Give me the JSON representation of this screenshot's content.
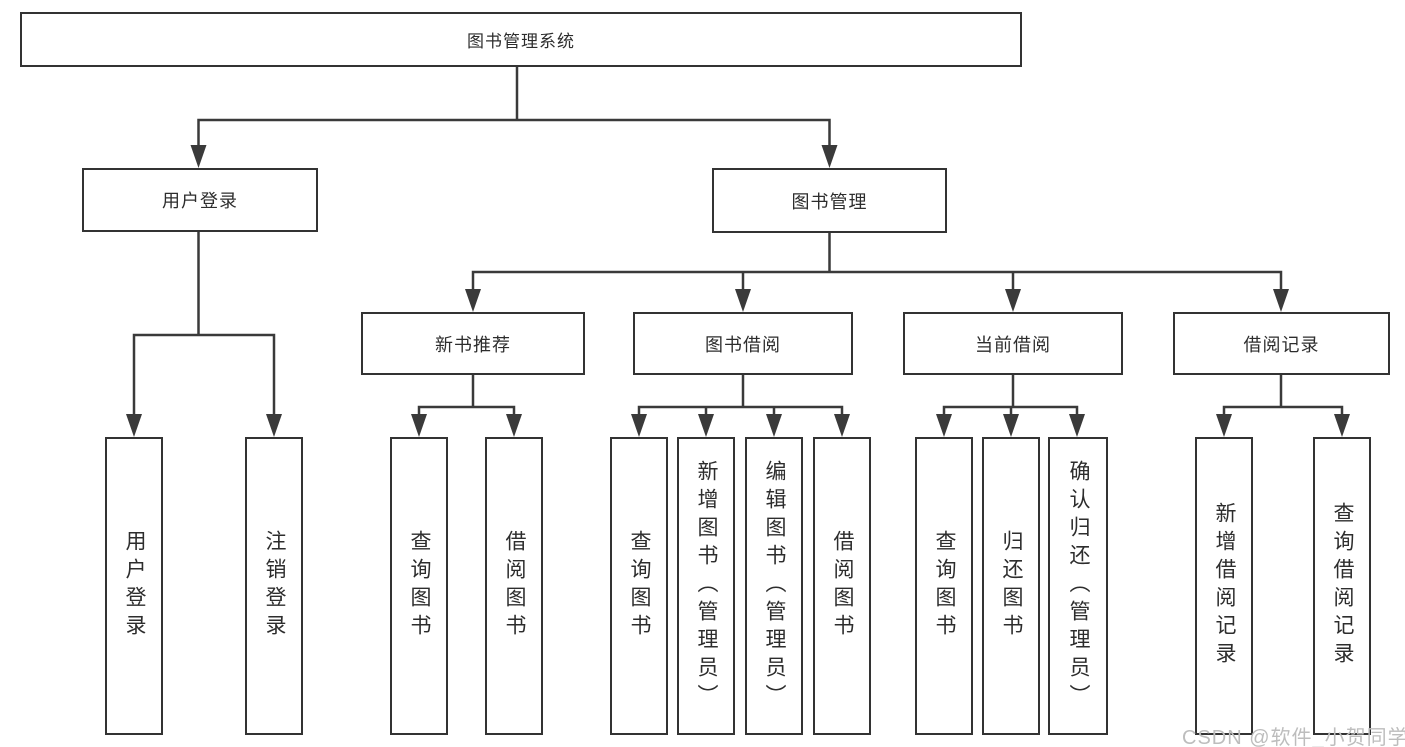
{
  "colors": {
    "background": "#ffffff",
    "line": "#3a3a3a",
    "box_border": "#333333",
    "text": "#2d2d2d",
    "watermark": "#bdbdbd"
  },
  "diagram": {
    "root": {
      "label": "图书管理系统"
    },
    "level2": {
      "user_login": {
        "label": "用户登录"
      },
      "book_mgmt": {
        "label": "图书管理"
      }
    },
    "level3": {
      "new_books": {
        "label": "新书推荐"
      },
      "book_borrow": {
        "label": "图书借阅"
      },
      "current_borrow": {
        "label": "当前借阅"
      },
      "borrow_records": {
        "label": "借阅记录"
      }
    },
    "leaves": {
      "user_login": {
        "label": "用户登录"
      },
      "logout": {
        "label": "注销登录"
      },
      "nb_query": {
        "label": "查询图书"
      },
      "nb_borrow": {
        "label": "借阅图书"
      },
      "bb_query": {
        "label": "查询图书"
      },
      "bb_add": {
        "label": "新增图书（管理员）"
      },
      "bb_edit": {
        "label": "编辑图书（管理员）"
      },
      "bb_borrow": {
        "label": "借阅图书"
      },
      "cb_query": {
        "label": "查询图书"
      },
      "cb_return": {
        "label": "归还图书"
      },
      "cb_confirm": {
        "label": "确认归还（管理员）"
      },
      "br_add": {
        "label": "新增借阅记录"
      },
      "br_query": {
        "label": "查询借阅记录"
      }
    }
  },
  "watermark": {
    "text": "CSDN @软件_小贺同学"
  }
}
